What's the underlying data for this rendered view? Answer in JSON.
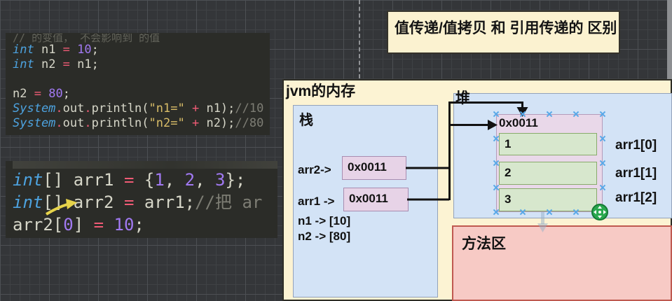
{
  "title_box": {
    "text": "值传递/值拷贝 和 引用传递的 区别"
  },
  "jvm_panel": {
    "label": "jvm的内存"
  },
  "stack": {
    "label": "栈",
    "arr2_label": "arr2->",
    "arr2_value": "0x0011",
    "arr1_label": "arr1 ->",
    "arr1_value": "0x0011",
    "n1_line": "n1 -> [10]",
    "n2_line": "n2 -> [80]"
  },
  "heap": {
    "label": "堆",
    "address": "0x0011",
    "cells": [
      "1",
      "2",
      "3"
    ],
    "cell_labels": [
      "arr1[0]",
      "arr1[1]",
      "arr1[2]"
    ]
  },
  "method_area": {
    "label": "方法区"
  },
  "code1": {
    "faded_comment": "//      的变值，  不会影响到      的值",
    "lines": [
      [
        [
          "kw",
          "int"
        ],
        [
          "pl",
          " n1 "
        ],
        [
          "op",
          "="
        ],
        [
          "pl",
          " "
        ],
        [
          "num",
          "10"
        ],
        [
          "pl",
          ";"
        ]
      ],
      [
        [
          "kw",
          "int"
        ],
        [
          "pl",
          " n2 "
        ],
        [
          "op",
          "="
        ],
        [
          "pl",
          " n1;"
        ]
      ],
      [],
      [
        [
          "pl",
          "n2 "
        ],
        [
          "op",
          "="
        ],
        [
          "pl",
          " "
        ],
        [
          "num",
          "80"
        ],
        [
          "pl",
          ";"
        ]
      ],
      [
        [
          "kw",
          "System"
        ],
        [
          "op",
          "."
        ],
        [
          "pl",
          "out"
        ],
        [
          "op",
          "."
        ],
        [
          "pl",
          "println("
        ],
        [
          "str",
          "\"n1=\""
        ],
        [
          "pl",
          " "
        ],
        [
          "op",
          "+"
        ],
        [
          "pl",
          " n1);"
        ],
        [
          "cm",
          "//10"
        ]
      ],
      [
        [
          "kw",
          "System"
        ],
        [
          "op",
          "."
        ],
        [
          "pl",
          "out"
        ],
        [
          "op",
          "."
        ],
        [
          "pl",
          "println("
        ],
        [
          "str",
          "\"n2=\""
        ],
        [
          "pl",
          " "
        ],
        [
          "op",
          "+"
        ],
        [
          "pl",
          " n2);"
        ],
        [
          "cm",
          "//80"
        ]
      ]
    ]
  },
  "code2": {
    "lines": [
      [
        [
          "kw",
          "int"
        ],
        [
          "pl",
          "[] arr1 "
        ],
        [
          "op",
          "="
        ],
        [
          "pl",
          " {"
        ],
        [
          "num",
          "1"
        ],
        [
          "pl",
          ", "
        ],
        [
          "num",
          "2"
        ],
        [
          "pl",
          ", "
        ],
        [
          "num",
          "3"
        ],
        [
          "pl",
          "};"
        ]
      ],
      [
        [
          "kw",
          "int"
        ],
        [
          "pl",
          "[] arr2 "
        ],
        [
          "op",
          "="
        ],
        [
          "pl",
          " arr1;"
        ],
        [
          "cm",
          "//把 ar"
        ]
      ],
      [
        [
          "pl",
          "arr2["
        ],
        [
          "num",
          "0"
        ],
        [
          "pl",
          "] "
        ],
        [
          "op",
          "="
        ],
        [
          "pl",
          " "
        ],
        [
          "num",
          "10"
        ],
        [
          "pl",
          ";"
        ]
      ]
    ]
  },
  "colors": {
    "panel_cream": "#fcf3d3",
    "box_blue": "#d3e3f6",
    "box_lavender": "#e9d8e9",
    "cell_green": "#d7e7cd",
    "method_pink": "#f7cac5",
    "selection_handle_blue": "#58a8e8",
    "move_handle_green": "#2aa84f",
    "annotation_arrow_yellow": "#e6d34a",
    "code_keyword": "#4da3e0",
    "code_operator": "#ef5b75",
    "code_number": "#a179f2",
    "code_string": "#d9bd68",
    "code_comment": "#7d7d74"
  }
}
